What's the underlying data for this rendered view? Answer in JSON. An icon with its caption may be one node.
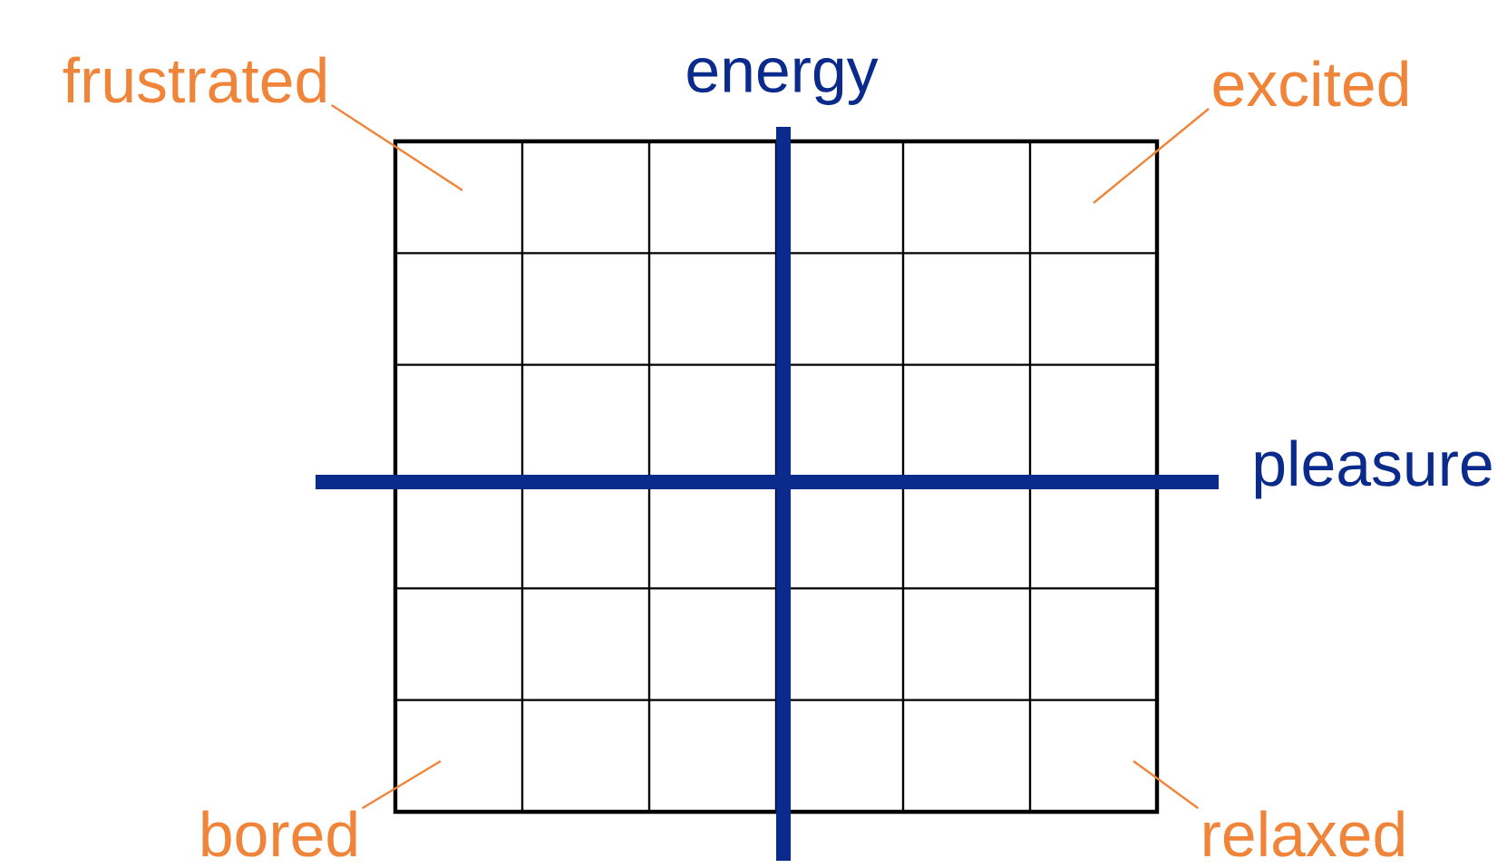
{
  "diagram": {
    "nodes": [
      {
        "text": [
          "frustrated"
        ]
      },
      {
        "text": [
          "excited"
        ]
      },
      {
        "text": [
          "bored"
        ]
      },
      {
        "text": [
          "relaxed"
        ]
      }
    ],
    "edges": [
      {
        "from": 0,
        "to": null,
        "arrow": "none"
      },
      {
        "from": 1,
        "to": null,
        "arrow": "none"
      },
      {
        "from": 2,
        "to": null,
        "arrow": "none"
      },
      {
        "from": 3,
        "to": null,
        "arrow": "none"
      }
    ],
    "labels": [
      "energy",
      "pleasure"
    ]
  }
}
